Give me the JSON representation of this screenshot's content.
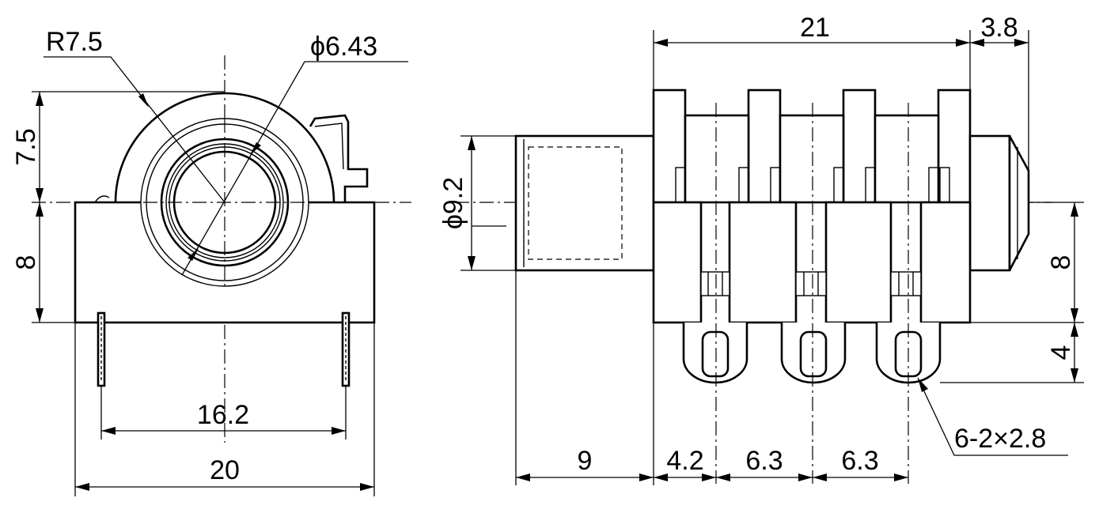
{
  "front_view": {
    "radius_label": "R7.5",
    "diameter_label": "ϕ6.43",
    "height_upper": "7.5",
    "height_lower": "8",
    "pin_spacing": "16.2",
    "body_width": "20"
  },
  "side_view": {
    "overall_length": "21",
    "tip_length": "3.8",
    "bushing_diameter": "ϕ9.2",
    "body_height": "8",
    "pin_length": "4",
    "slot_callout": "6-2×2.8",
    "bushing_length": "9",
    "first_pin_offset": "4.2",
    "pin_pitch_1": "6.3",
    "pin_pitch_2": "6.3"
  }
}
